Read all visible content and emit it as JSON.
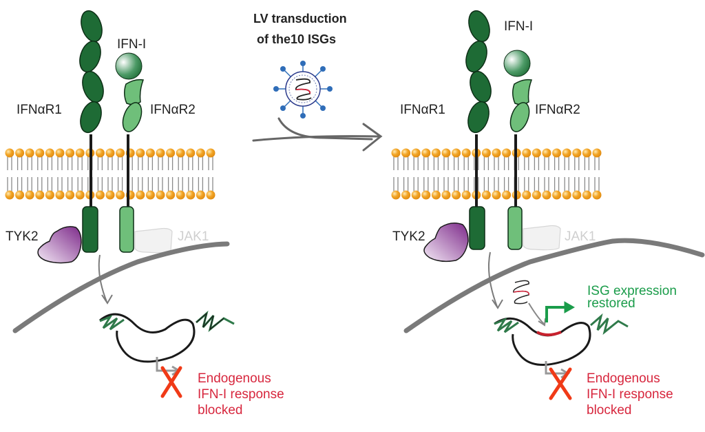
{
  "title": {
    "line1": "LV transduction",
    "line2": "of the10 ISGs"
  },
  "left_panel": {
    "ligand": "IFN-I",
    "receptor1": "IFNαR1",
    "receptor2": "IFNαR2",
    "kinase1": "TYK2",
    "kinase2": "JAK1",
    "outcome": {
      "line1": "Endogenous",
      "line2": "IFN-I response",
      "line3": "blocked"
    }
  },
  "right_panel": {
    "ligand": "IFN-I",
    "receptor1": "IFNαR1",
    "receptor2": "IFNαR2",
    "kinase1": "TYK2",
    "kinase2": "JAK1",
    "restored": {
      "line1": "ISG expression",
      "line2": "restored"
    },
    "outcome": {
      "line1": "Endogenous",
      "line2": "IFN-I response",
      "line3": "blocked"
    }
  },
  "colors": {
    "receptor1": "#1e6b35",
    "receptor2": "#6fbf7a",
    "lipid_head": "#f0a020",
    "tyk2": "#8a3a96",
    "jak1": "#eeeeee",
    "blocked_text": "#d7263d",
    "blocked_x": "#f03a17",
    "restored_text": "#1a9c4a",
    "virus_spike": "#2f6db8",
    "nuclear_envelope": "#7a7a7a"
  }
}
